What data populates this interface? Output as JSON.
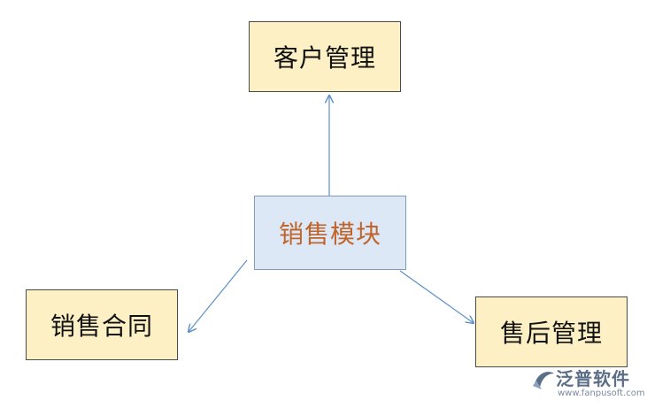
{
  "diagram": {
    "center": {
      "label": "销售模块"
    },
    "top": {
      "label": "客户管理"
    },
    "left": {
      "label": "销售合同"
    },
    "right": {
      "label": "售后管理"
    }
  },
  "watermark": {
    "text": "泛普软件",
    "url": "www.fanpusoft.com"
  },
  "colors": {
    "node_fill": "#fdf0c4",
    "center_fill": "#dce8f6",
    "center_text": "#c0642a",
    "arrow": "#5b8fc7",
    "logo": "#5a6e88"
  }
}
